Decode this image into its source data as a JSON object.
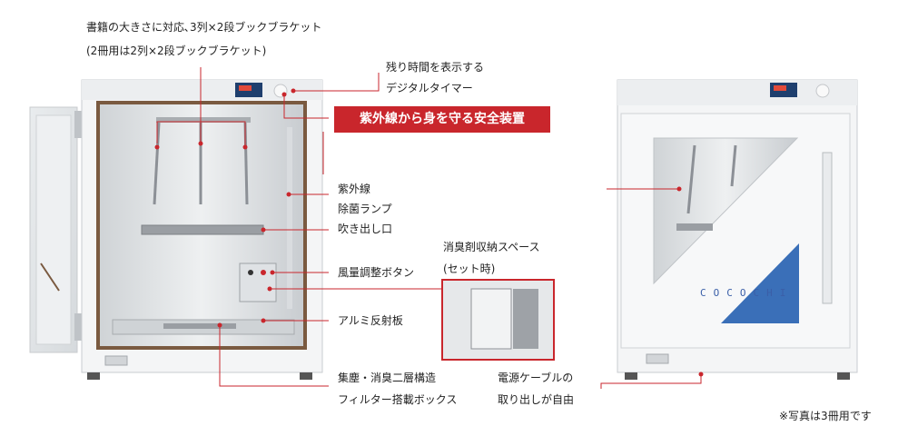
{
  "labels": {
    "bracket_line1": "書籍の大きさに対応､3列×2段ブックブラケット",
    "bracket_line2": "(2冊用は2列×2段ブックブラケット)",
    "timer_line1": "残り時間を表示する",
    "timer_line2": "デジタルタイマー",
    "safety_device": "紫外線から身を守る安全装置",
    "uv_lamp_line1": "紫外線",
    "uv_lamp_line2": "除菌ランプ",
    "outlet": "吹き出し口",
    "deodorant_space_line1": "消臭剤収納スペース",
    "deodorant_space_line2": "(セット時)",
    "airflow_button": "風量調整ボタン",
    "aluminum_reflector": "アルミ反射板",
    "filter_box_line1": "集塵・消臭二層構造",
    "filter_box_line2": "フィルター搭載ボックス",
    "power_cable_line1": "電源ケーブルの",
    "power_cable_line2": "取り出しが自由",
    "footnote": "※写真は3冊用です"
  },
  "brand": "COCOCHI",
  "colors": {
    "accent_red": "#c9262c",
    "brand_blue": "#3a6fb8",
    "cabinet_white": "#f4f5f6",
    "trim_brown": "#7a5a40"
  }
}
